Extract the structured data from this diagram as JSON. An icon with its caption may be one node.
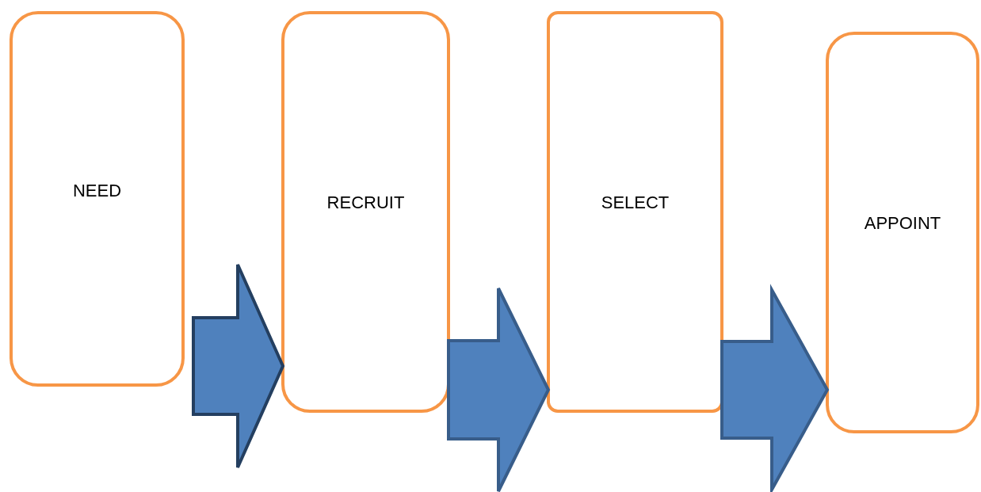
{
  "diagram": {
    "nodes": [
      {
        "text": [
          "NEED"
        ]
      },
      {
        "text": [
          "RECRUIT"
        ]
      },
      {
        "text": [
          "SELECT"
        ]
      },
      {
        "text": [
          "APPOINT"
        ]
      }
    ],
    "edges": [
      {
        "from": 0,
        "to": 1,
        "arrow": "to",
        "color": "#243f60"
      },
      {
        "from": 1,
        "to": 2,
        "arrow": "to"
      },
      {
        "from": 2,
        "to": 3,
        "arrow": "to"
      }
    ]
  }
}
